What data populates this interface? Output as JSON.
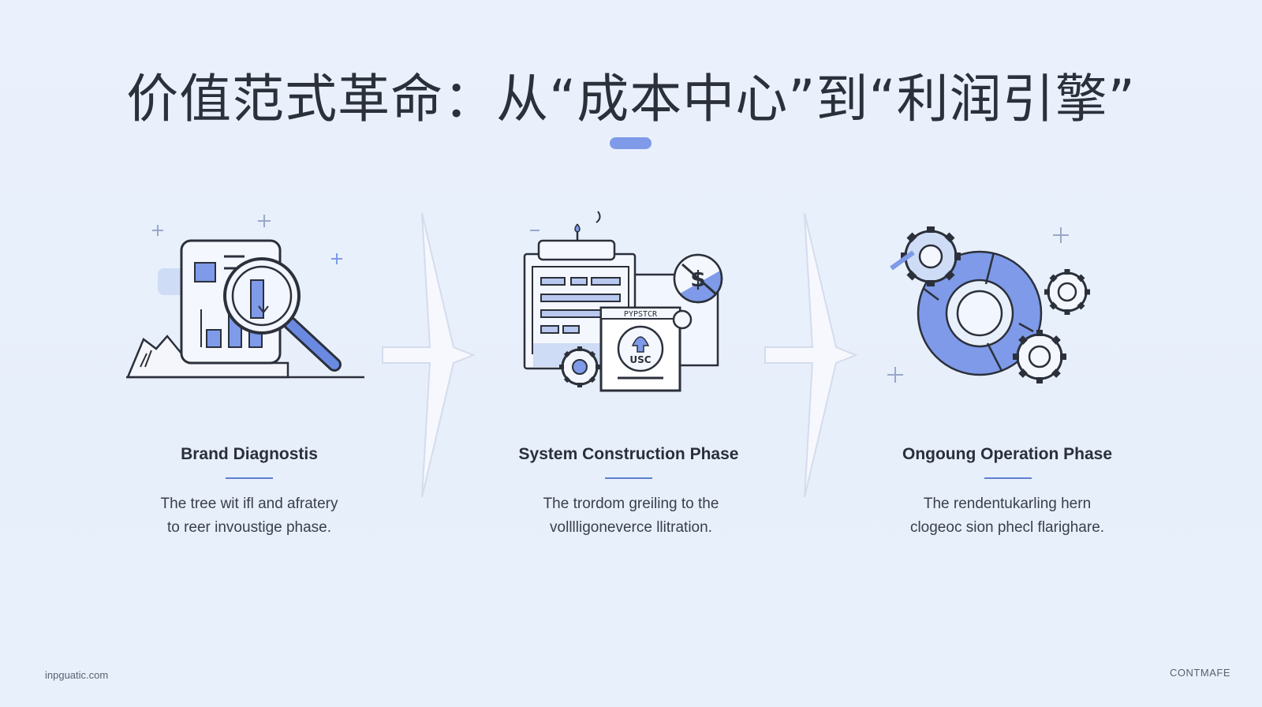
{
  "title": "价值范式革命：从“成本中心”到“利润引擎”",
  "accent_color": "#7e9ae8",
  "stages": [
    {
      "title": "Brand Diagnostis",
      "desc_line1": "The tree wit ifl and afratery",
      "desc_line2": "to reer invoustige phase.",
      "icon": "magnifier-report-icon"
    },
    {
      "title": "System Construction Phase",
      "desc_line1": "The trordom greiling to the",
      "desc_line2": "volllligoneverce llitration.",
      "icon": "system-build-icon",
      "badge_text": "PYPSTCR",
      "seal_text": "USC",
      "coin_text": "$"
    },
    {
      "title": "Ongoung Operation Phase",
      "desc_line1": "The rendentukarling hern",
      "desc_line2": "clogeoc sion phecl flarighare.",
      "icon": "gears-ring-icon"
    }
  ],
  "footer": {
    "left": "inpguatic.com",
    "right": "CONTMAFE"
  }
}
